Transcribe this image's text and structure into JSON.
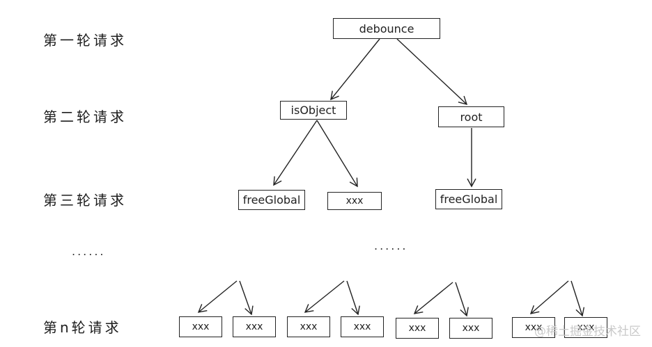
{
  "rows": {
    "round1": "第一轮请求",
    "round2": "第二轮请求",
    "round3": "第三轮请求",
    "ellipsis_left": "......",
    "roundn": "第n轮请求"
  },
  "nodes": {
    "debounce": "debounce",
    "isObject": "isObject",
    "root": "root",
    "freeGlobal_left": "freeGlobal",
    "xxx_mid": "xxx",
    "freeGlobal_right": "freeGlobal",
    "ellipsis_center": "......",
    "bottom": [
      "xxx",
      "xxx",
      "xxx",
      "xxx",
      "xxx",
      "xxx",
      "xxx",
      "xxx"
    ]
  },
  "watermark": "@稀土掘金技术社区",
  "colors": {
    "line": "#222222",
    "watermark": "#c9c9c9"
  }
}
